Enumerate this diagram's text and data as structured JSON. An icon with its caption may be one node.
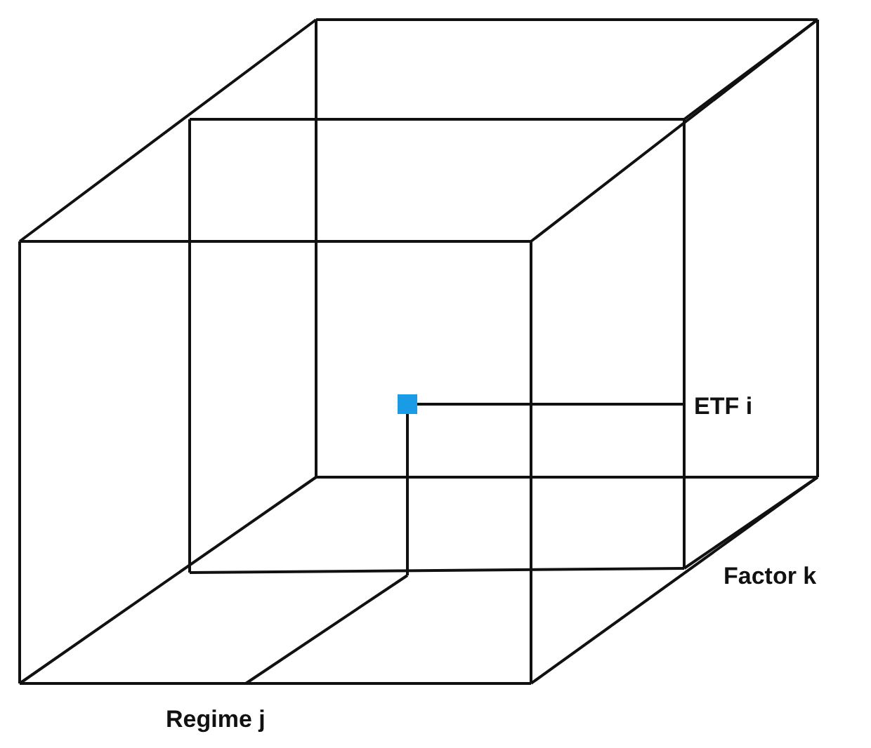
{
  "diagram": {
    "labels": [
      "ETF i",
      "Factor k",
      "Regime j"
    ]
  }
}
